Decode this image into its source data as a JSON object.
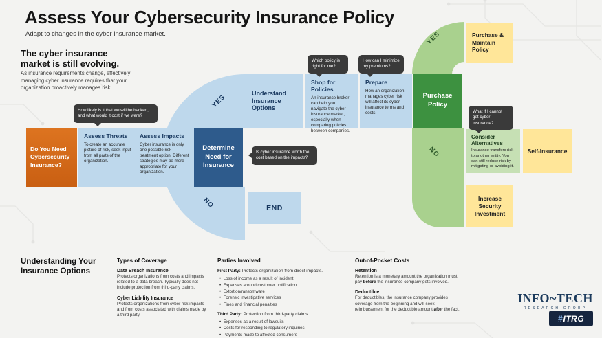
{
  "header": {
    "title": "Assess Your Cybersecurity Insurance Policy",
    "subtitle": "Adapt to changes in the cyber insurance market."
  },
  "intro": {
    "heading": "The cyber insurance market is still evolving.",
    "body": "As insurance requirements change, effectively managing cyber insurance requires that your organization proactively manages risk."
  },
  "flow": {
    "start": "Do You Need Cybersecurity Insurance?",
    "assess_threats": {
      "title": "Assess Threats",
      "body": "To create an accurate picture of risk, seek input from all parts of the organization."
    },
    "assess_impacts": {
      "title": "Assess Impacts",
      "body": "Cyber insurance is only one possible risk treatment option. Different strategies may be more appropriate for your organization."
    },
    "determine": "Determine Need for Insurance",
    "labels": {
      "yes_blue": "YES",
      "no_blue": "NO",
      "yes_green": "YES",
      "no_green": "NO"
    },
    "end": "END",
    "understand": "Understand Insurance Options",
    "shop": {
      "title": "Shop for Policies",
      "body": "An insurance broker can help you navigate the cyber insurance market, especially when comparing policies between companies."
    },
    "prepare": {
      "title": "Prepare",
      "body": "How an organization manages cyber risk will affect its cyber insurance terms and costs."
    },
    "purchase": "Purchase Policy",
    "maintain": "Purchase & Maintain Policy",
    "alternatives": {
      "title": "Consider Alternatives",
      "body": "Insurance transfers risk to another entity. You can still reduce risk by mitigating or avoiding it."
    },
    "self_insurance": "Self-Insurance",
    "increase": "Increase Security Investment",
    "callouts": {
      "hacked": "How likely is it that we will be hacked, and what would it cost if we were?",
      "worth": "Is cyber insurance worth the cost based on the impacts?",
      "which_policy": "Which policy is right for me?",
      "premiums": "How can I minimize my premiums?",
      "cannot_get": "What if I cannot get cyber insurance?"
    }
  },
  "details": {
    "heading": "Understanding Your Insurance Options",
    "coverage": {
      "title": "Types of Coverage",
      "items": [
        {
          "name": "Data Breach Insurance",
          "desc": "Protects organizations from costs and impacts related to a data breach. Typically does not include protection from third-party claims."
        },
        {
          "name": "Cyber Liability Insurance",
          "desc": "Protects organizations from cyber risk impacts and from costs associated with claims made by a third party."
        }
      ]
    },
    "parties": {
      "title": "Parties Involved",
      "first_label": "First Party:",
      "first_desc": " Protects organization from direct impacts.",
      "first_items": [
        "Loss of income as a result of incident",
        "Expenses around customer notification",
        "Extortion/ransomware",
        "Forensic investigative services",
        "Fines and financial penalties"
      ],
      "third_label": "Third Party:",
      "third_desc": " Protection from third-party claims.",
      "third_items": [
        "Expenses as a result of lawsuits",
        "Costs for responding to regulatory inquiries",
        "Payments made to affected consumers"
      ]
    },
    "costs": {
      "title": "Out-of-Pocket Costs",
      "retention": {
        "name": "Retention",
        "pre": "Retention is a monetary amount the organization must pay ",
        "bold": "before",
        "post": " the insurance company gets involved."
      },
      "deductible": {
        "name": "Deductible",
        "pre": "For deductibles, the insurance company provides coverage from the beginning and will seek reimbursement for the deductible amount ",
        "bold": "after",
        "post": " the fact."
      }
    }
  },
  "branding": {
    "logo_primary": "INFO~TECH",
    "logo_secondary": "RESEARCH GROUP",
    "itrg_hash": "#",
    "itrg_text": "ITRG"
  },
  "colors": {
    "orange": "#d2691c",
    "light_blue": "#bed8ec",
    "dark_blue": "#2e5b8c",
    "dark_green": "#3d9140",
    "light_green": "#a9d18e",
    "pale_green": "#c6e0b4",
    "yellow": "#ffe699",
    "callout": "#3a3a3a",
    "navy": "#16253f"
  }
}
